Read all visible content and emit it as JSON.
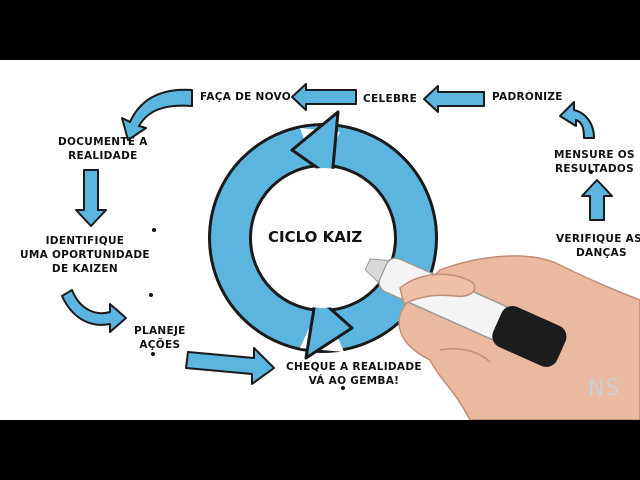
{
  "diagram": {
    "center_label": "CICLO KAIZ",
    "steps": {
      "faca_de_novo": "FAÇA DE NOVO",
      "celebre": "CELEBRE",
      "padronize": "PADRONIZE",
      "mensure_line1": "MENSURE OS",
      "mensure_line2": "RESULTADOS",
      "verifique_line1": "VERIFIQUE AS",
      "verifique_line2": "DANÇAS",
      "documente_line1": "DOCUMENTE A",
      "documente_line2": "REALIDADE",
      "identifique_line1": "IDENTIFIQUE",
      "identifique_line2": "UMA OPORTUNIDADE",
      "identifique_line3": "DE KAIZEN",
      "planeje_line1": "PLANEJE",
      "planeje_line2": "AÇÕES",
      "cheque_line1": "CHEQUE A REALIDADE",
      "cheque_line2": "VÁ AO GEMBA!"
    },
    "logo_text": "NS",
    "colors": {
      "arrow_fill": "#5bb5df",
      "arrow_stroke": "#1a1a1a",
      "background": "#ffffff"
    }
  }
}
